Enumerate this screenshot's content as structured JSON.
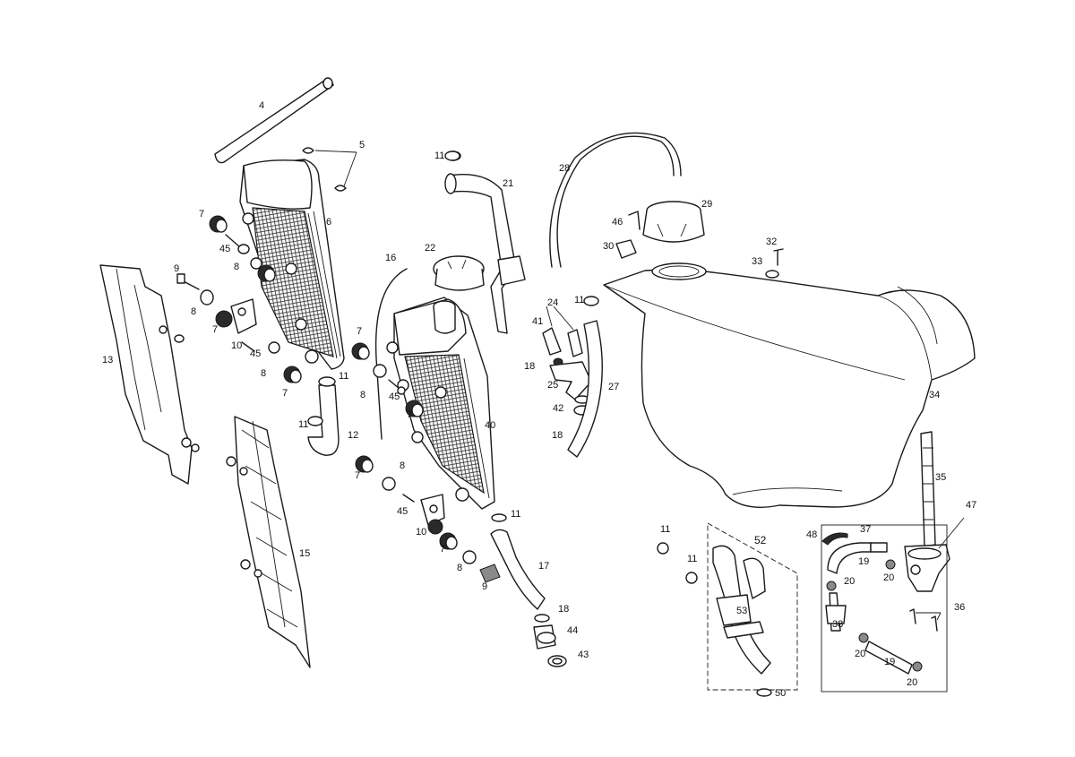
{
  "labels": [
    {
      "id": "4",
      "text": "4"
    },
    {
      "id": "5",
      "text": "5"
    },
    {
      "id": "6",
      "text": "6"
    },
    {
      "id": "7a",
      "text": "7"
    },
    {
      "id": "45a",
      "text": "45"
    },
    {
      "id": "8a",
      "text": "8"
    },
    {
      "id": "9a",
      "text": "9"
    },
    {
      "id": "8b",
      "text": "8"
    },
    {
      "id": "7b",
      "text": "7"
    },
    {
      "id": "10a",
      "text": "10"
    },
    {
      "id": "45b",
      "text": "45"
    },
    {
      "id": "8c",
      "text": "8"
    },
    {
      "id": "7c",
      "text": "7"
    },
    {
      "id": "13",
      "text": "13"
    },
    {
      "id": "11a",
      "text": "11"
    },
    {
      "id": "11b",
      "text": "11"
    },
    {
      "id": "12",
      "text": "12"
    },
    {
      "id": "15",
      "text": "15"
    },
    {
      "id": "11c",
      "text": "11"
    },
    {
      "id": "21",
      "text": "21"
    },
    {
      "id": "22",
      "text": "22"
    },
    {
      "id": "16",
      "text": "16"
    },
    {
      "id": "7d",
      "text": "7"
    },
    {
      "id": "8d",
      "text": "8"
    },
    {
      "id": "45c",
      "text": "45"
    },
    {
      "id": "7e",
      "text": "7"
    },
    {
      "id": "40",
      "text": "40"
    },
    {
      "id": "8e",
      "text": "8"
    },
    {
      "id": "7f",
      "text": "7"
    },
    {
      "id": "45d",
      "text": "45"
    },
    {
      "id": "10b",
      "text": "10"
    },
    {
      "id": "7g",
      "text": "7"
    },
    {
      "id": "8f",
      "text": "8"
    },
    {
      "id": "9b",
      "text": "9"
    },
    {
      "id": "11d",
      "text": "11"
    },
    {
      "id": "17",
      "text": "17"
    },
    {
      "id": "18a",
      "text": "18"
    },
    {
      "id": "44",
      "text": "44"
    },
    {
      "id": "43",
      "text": "43"
    },
    {
      "id": "28",
      "text": "28"
    },
    {
      "id": "29",
      "text": "29"
    },
    {
      "id": "46",
      "text": "46"
    },
    {
      "id": "30",
      "text": "30"
    },
    {
      "id": "11e",
      "text": "11"
    },
    {
      "id": "24",
      "text": "24"
    },
    {
      "id": "41",
      "text": "41"
    },
    {
      "id": "18b",
      "text": "18"
    },
    {
      "id": "25",
      "text": "25"
    },
    {
      "id": "42",
      "text": "42"
    },
    {
      "id": "18c",
      "text": "18"
    },
    {
      "id": "27",
      "text": "27"
    },
    {
      "id": "32",
      "text": "32"
    },
    {
      "id": "33",
      "text": "33"
    },
    {
      "id": "34",
      "text": "34"
    },
    {
      "id": "35",
      "text": "35"
    },
    {
      "id": "47",
      "text": "47"
    },
    {
      "id": "36",
      "text": "36"
    },
    {
      "id": "11f",
      "text": "11"
    },
    {
      "id": "11g",
      "text": "11"
    },
    {
      "id": "52",
      "text": "52"
    },
    {
      "id": "53",
      "text": "53"
    },
    {
      "id": "50",
      "text": "50"
    },
    {
      "id": "48",
      "text": "48"
    },
    {
      "id": "37",
      "text": "37"
    },
    {
      "id": "19a",
      "text": "19"
    },
    {
      "id": "20a",
      "text": "20"
    },
    {
      "id": "20b",
      "text": "20"
    },
    {
      "id": "38",
      "text": "38"
    },
    {
      "id": "20c",
      "text": "20"
    },
    {
      "id": "19b",
      "text": "19"
    },
    {
      "id": "20d",
      "text": "20"
    }
  ]
}
